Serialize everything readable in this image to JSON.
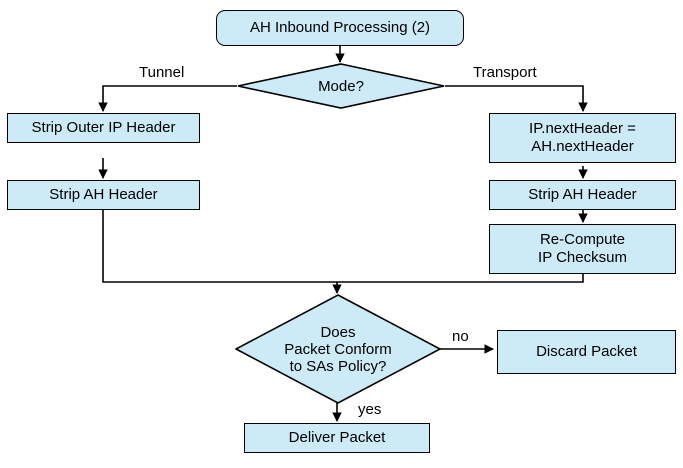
{
  "diagram": {
    "title": "AH Inbound Processing (2)",
    "type": "flowchart",
    "colors": {
      "node_fill": "#cdeaf7",
      "node_border": "#000000",
      "edge": "#000000",
      "text": "#000000",
      "background": "#ffffff"
    },
    "nodes": {
      "start": {
        "label": "AH Inbound Processing (2)",
        "shape": "rounded-rect"
      },
      "mode_decision": {
        "label": "Mode?",
        "shape": "diamond"
      },
      "strip_outer_ip": {
        "label": "Strip Outer IP Header",
        "shape": "rect"
      },
      "strip_ah_tunnel": {
        "label": "Strip AH Header",
        "shape": "rect"
      },
      "next_header": {
        "label": "IP.nextHeader =\nAH.nextHeader",
        "shape": "rect"
      },
      "strip_ah_transport": {
        "label": "Strip AH Header",
        "shape": "rect"
      },
      "recompute_checksum": {
        "label": "Re-Compute\nIP Checksum",
        "shape": "rect"
      },
      "conform_decision": {
        "label": "Does\nPacket Conform\nto SAs Policy?",
        "shape": "diamond"
      },
      "discard_packet": {
        "label": "Discard Packet",
        "shape": "rect"
      },
      "deliver_packet": {
        "label": "Deliver Packet",
        "shape": "rect"
      }
    },
    "edge_labels": {
      "tunnel": "Tunnel",
      "transport": "Transport",
      "no": "no",
      "yes": "yes"
    }
  }
}
